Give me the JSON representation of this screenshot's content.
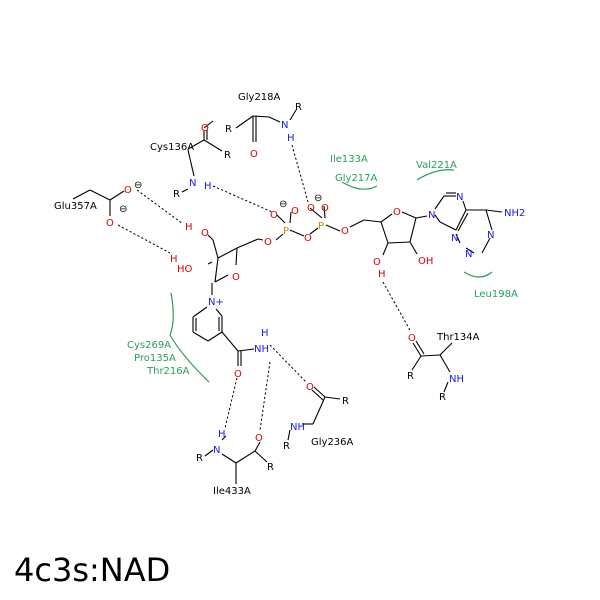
{
  "title": "4c3s:NAD",
  "colors": {
    "oxygen": "#dd0000",
    "nitrogen": "#1a1aee",
    "phosphorus": "#cc8800",
    "hydrophobic": "#2a9d5c",
    "bond": "#000000"
  },
  "residues": {
    "gly218": "Gly218A",
    "cys136": "Cys136A",
    "glu357": "Glu357A",
    "ile133": "Ile133A",
    "gly217": "Gly217A",
    "val221": "Val221A",
    "leu198": "Leu198A",
    "cys269": "Cys269A",
    "pro135": "Pro135A",
    "thr216": "Thr216A",
    "thr134": "Thr134A",
    "gly236": "Gly236A",
    "ile433": "Ile433A"
  },
  "atoms": {
    "O": "O",
    "N": "N",
    "H": "H",
    "R": "R",
    "P": "P",
    "NH": "NH",
    "OH": "OH",
    "HO": "HO",
    "NH2": "NH2",
    "minus": "⊖",
    "nplus": "N+"
  }
}
